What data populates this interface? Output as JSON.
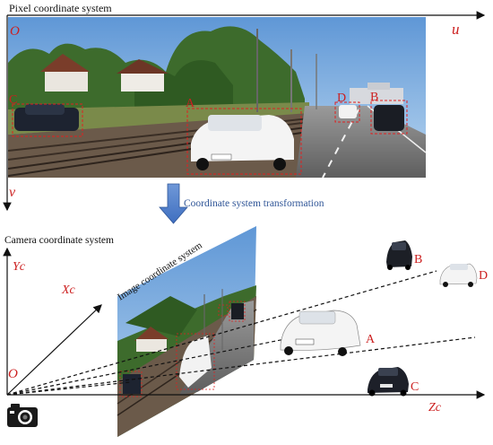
{
  "top_panel": {
    "title": "Pixel coordinate system",
    "origin_label": "O",
    "u_axis_label": "u",
    "v_axis_label": "v",
    "boxes": [
      {
        "letter": "A",
        "color": "#e02020"
      },
      {
        "letter": "B",
        "color": "#e02020"
      },
      {
        "letter": "C",
        "color": "#e02020"
      },
      {
        "letter": "D",
        "color": "#e02020"
      }
    ]
  },
  "transform": {
    "label": "Coordinate system transformation",
    "arrow_color": "#4472c4",
    "text_color": "#2f5597"
  },
  "bottom_panel": {
    "title": "Camera coordinate system",
    "image_plane_label": "Image coordinate system",
    "origin_label": "O",
    "yc_label": "Yc",
    "xc_label": "Xc",
    "zc_label": "Zc",
    "camera_icon": "camera-icon",
    "car_labels": {
      "A": "A",
      "B": "B",
      "C": "C",
      "D": "D"
    }
  },
  "colors": {
    "label_red": "#cc1f1f",
    "axis": "#111111",
    "box": "#e02020"
  }
}
